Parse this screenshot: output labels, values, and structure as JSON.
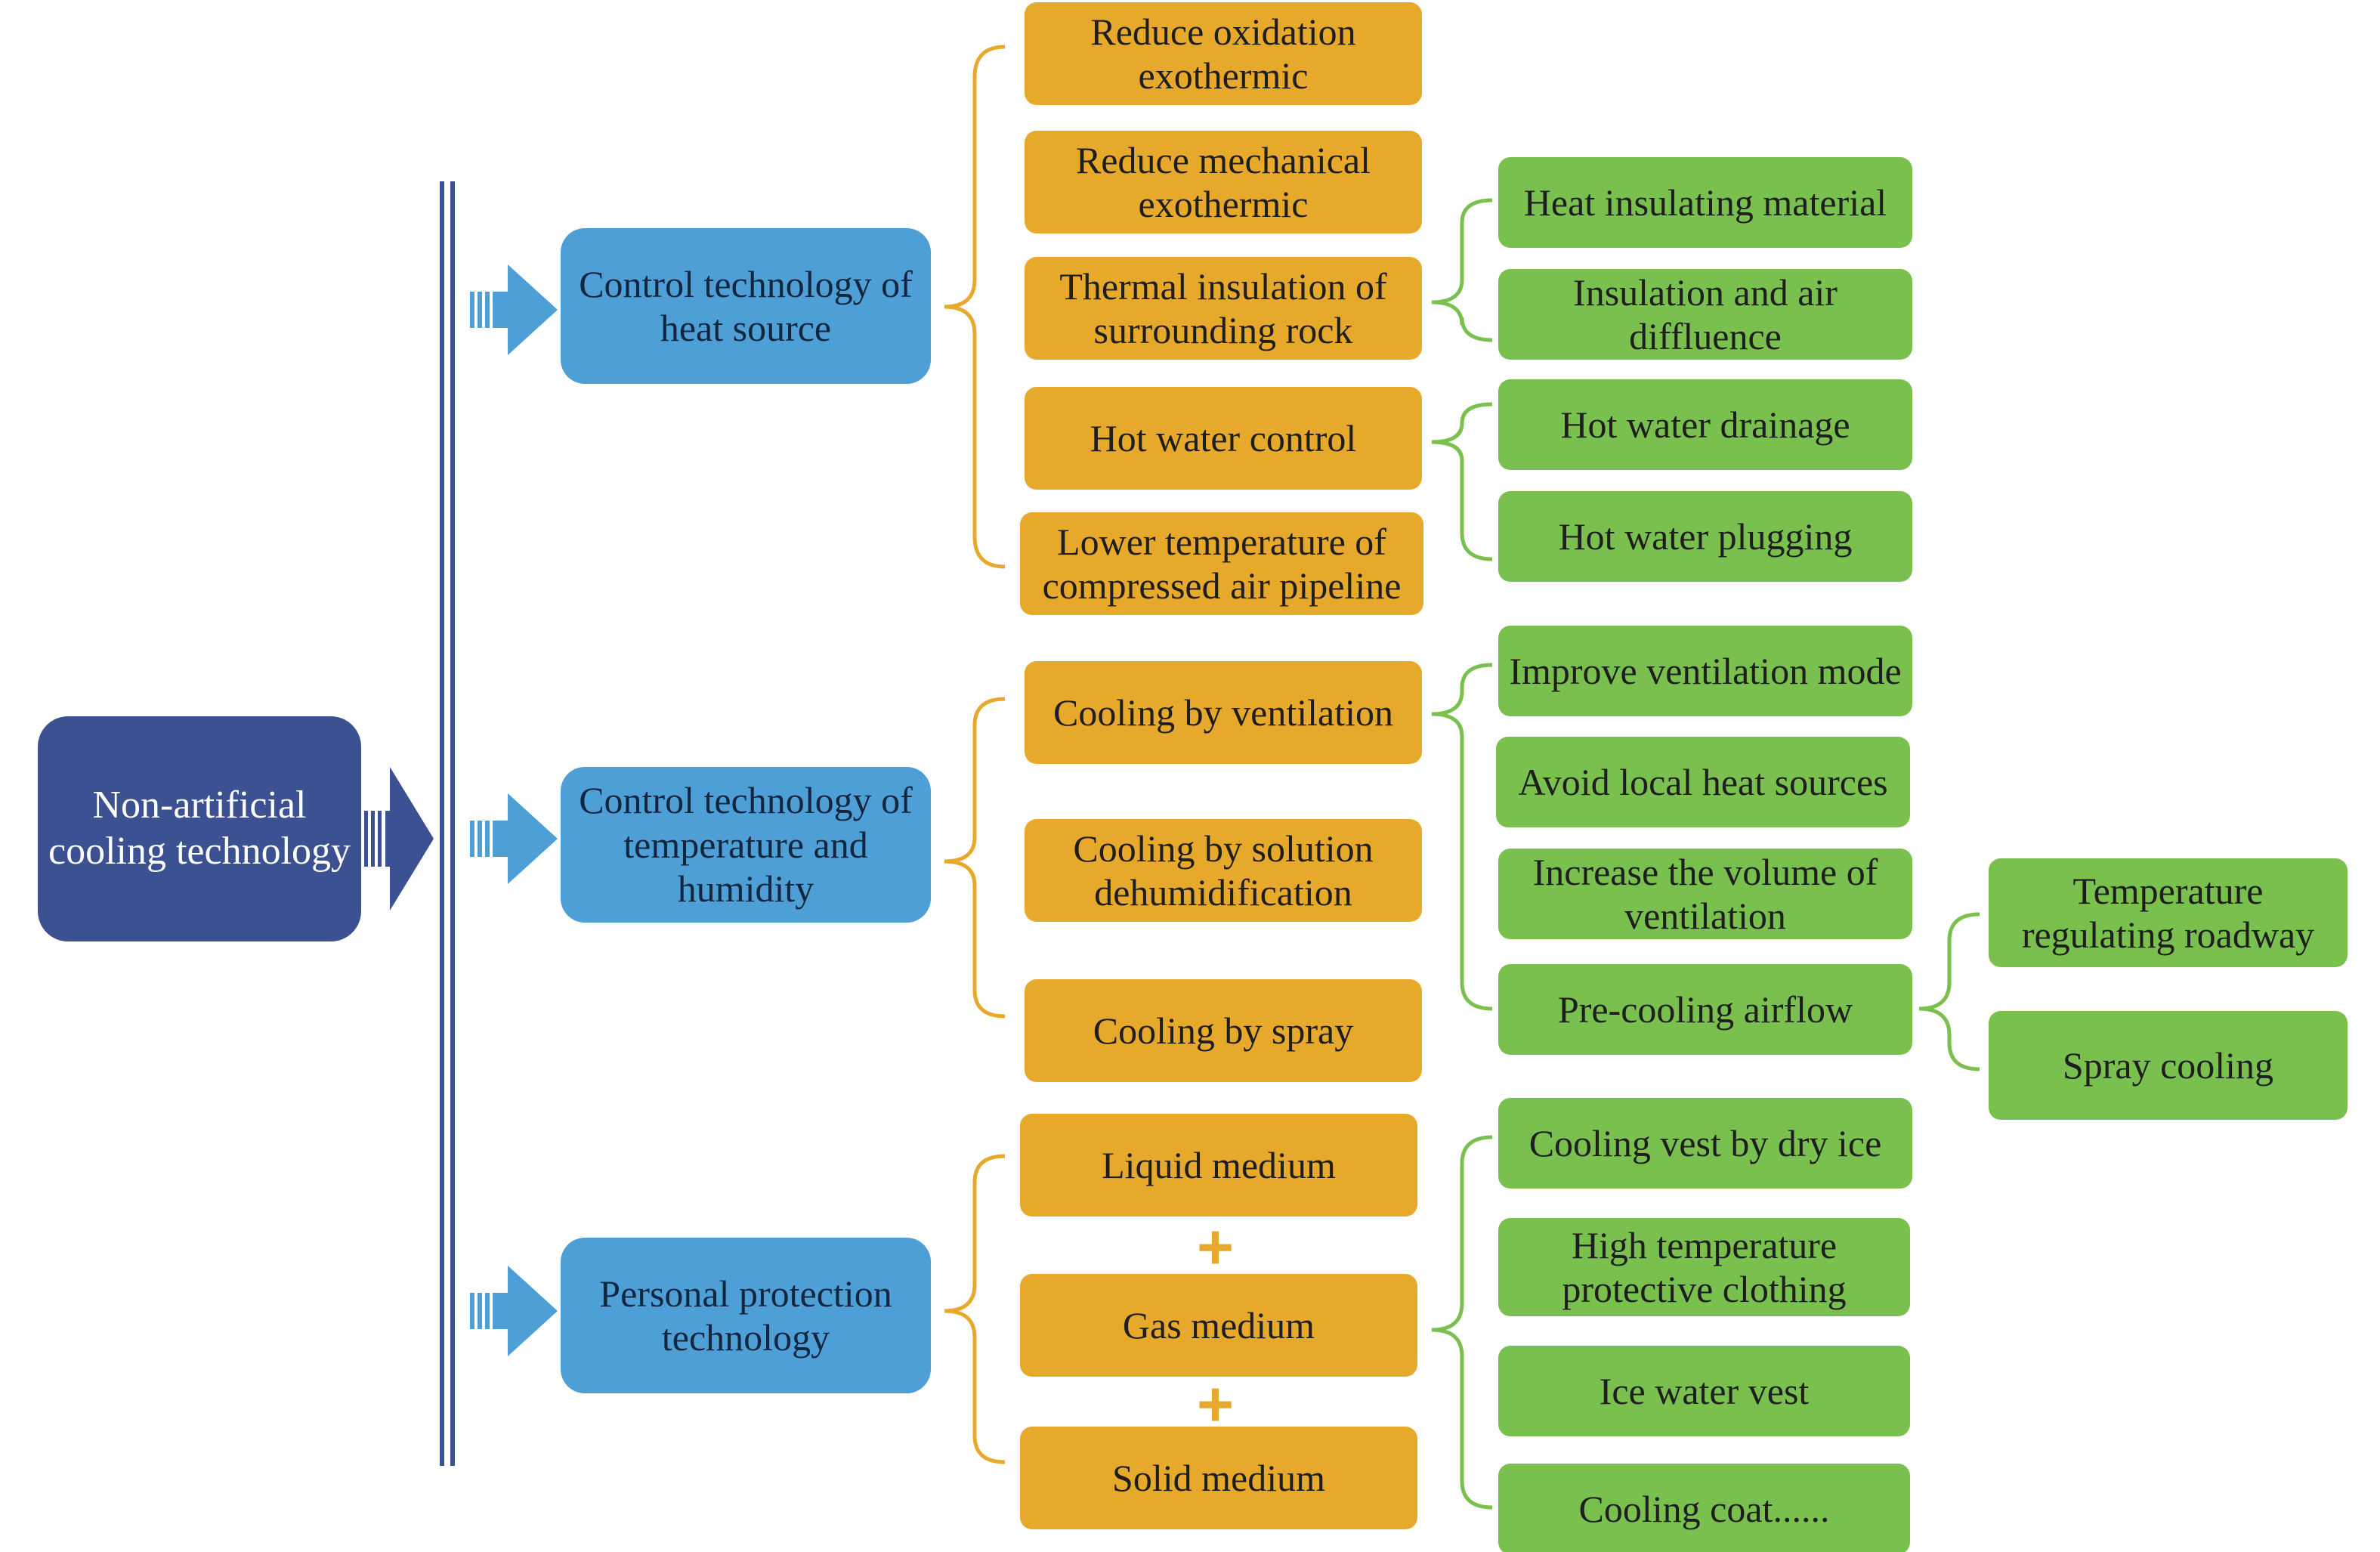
{
  "colors": {
    "root": "#3b5191",
    "category": "#4e9fd6",
    "method": "#e7a92b",
    "detail": "#79c04e",
    "arrow": "#4e9fd6",
    "main_bar": "#3b5191"
  },
  "root": {
    "label": "Non-artificial cooling technology"
  },
  "heat_source": {
    "label": "Control technology of heat source",
    "items": {
      "oxidation": "Reduce oxidation exothermic",
      "mechanical": "Reduce mechanical exothermic",
      "insulation": "Thermal insulation of surrounding rock",
      "hot_water": "Hot water control",
      "compressed_air": "Lower temperature of compressed air pipeline"
    },
    "insulation_details": {
      "material": "Heat insulating material",
      "air_diffluence": "Insulation and air diffluence"
    },
    "hot_water_details": {
      "drainage": "Hot water drainage",
      "plugging": "Hot water plugging"
    }
  },
  "temp_humidity": {
    "label": "Control technology of temperature and humidity",
    "items": {
      "ventilation": "Cooling by ventilation",
      "solution": "Cooling by solution dehumidification",
      "spray": "Cooling by spray"
    },
    "ventilation_details": {
      "mode": "Improve ventilation mode",
      "local_heat": "Avoid local heat sources",
      "volume": "Increase the volume of ventilation",
      "precooling": "Pre-cooling airflow"
    },
    "precooling_details": {
      "roadway": "Temperature regulating roadway",
      "spray_cooling": "Spray cooling"
    }
  },
  "personal": {
    "label": "Personal protection technology",
    "items": {
      "liquid": "Liquid medium",
      "gas": "Gas medium",
      "solid": "Solid medium"
    },
    "plus_symbol": "+",
    "details": {
      "dry_ice": "Cooling vest by dry ice",
      "clothing": "High temperature protective clothing",
      "ice_water": "Ice water vest",
      "coat": "Cooling coat......"
    }
  }
}
